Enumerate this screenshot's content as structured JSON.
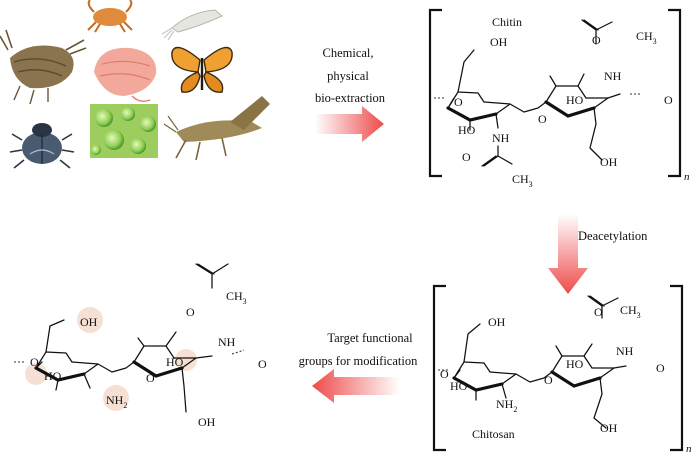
{
  "process": {
    "extraction_label_line1": "Chemical,",
    "extraction_label_line2": "physical",
    "extraction_label_line3": "bio-extraction",
    "deacetylation_label": "Deacetylation",
    "modification_label_line1": "Target functional",
    "modification_label_line2": "groups for modification"
  },
  "chitin": {
    "name": "Chitin",
    "repeat_subscript": "n",
    "oh_top": "OH",
    "ch3": "CH3",
    "nh_right": "NH",
    "o_bridge": "O",
    "ho_left": "HO",
    "ho_right": "HO",
    "nh_left": "NH",
    "oh_bottom": "OH",
    "ch3_bottom": "CH3",
    "o_end_left": "O",
    "o_end_right": "O"
  },
  "chitosan": {
    "name": "Chitosan",
    "repeat_subscript": "n",
    "oh_top": "OH",
    "ch3": "CH3",
    "nh_right": "NH",
    "o_bridge": "O",
    "ho_left": "HO",
    "ho_right": "HO",
    "nh2": "NH2",
    "oh_bottom": "OH",
    "o_end_left": "O",
    "o_end_right": "O"
  },
  "modified": {
    "oh_top": "OH",
    "ch3": "CH3",
    "nh_right": "NH",
    "o_bridge": "O",
    "ho_left": "HO",
    "ho_right": "HO",
    "nh2": "NH2",
    "oh_bottom": "OH",
    "o_end_left": "O",
    "o_end_right": "O"
  },
  "colors": {
    "arrow_red": "#ee4a4a",
    "highlight": "#f3d6c4"
  },
  "sources": [
    "crab",
    "squid",
    "lobster",
    "shrimp",
    "butterfly",
    "beetle",
    "algae-cells",
    "grasshopper"
  ]
}
